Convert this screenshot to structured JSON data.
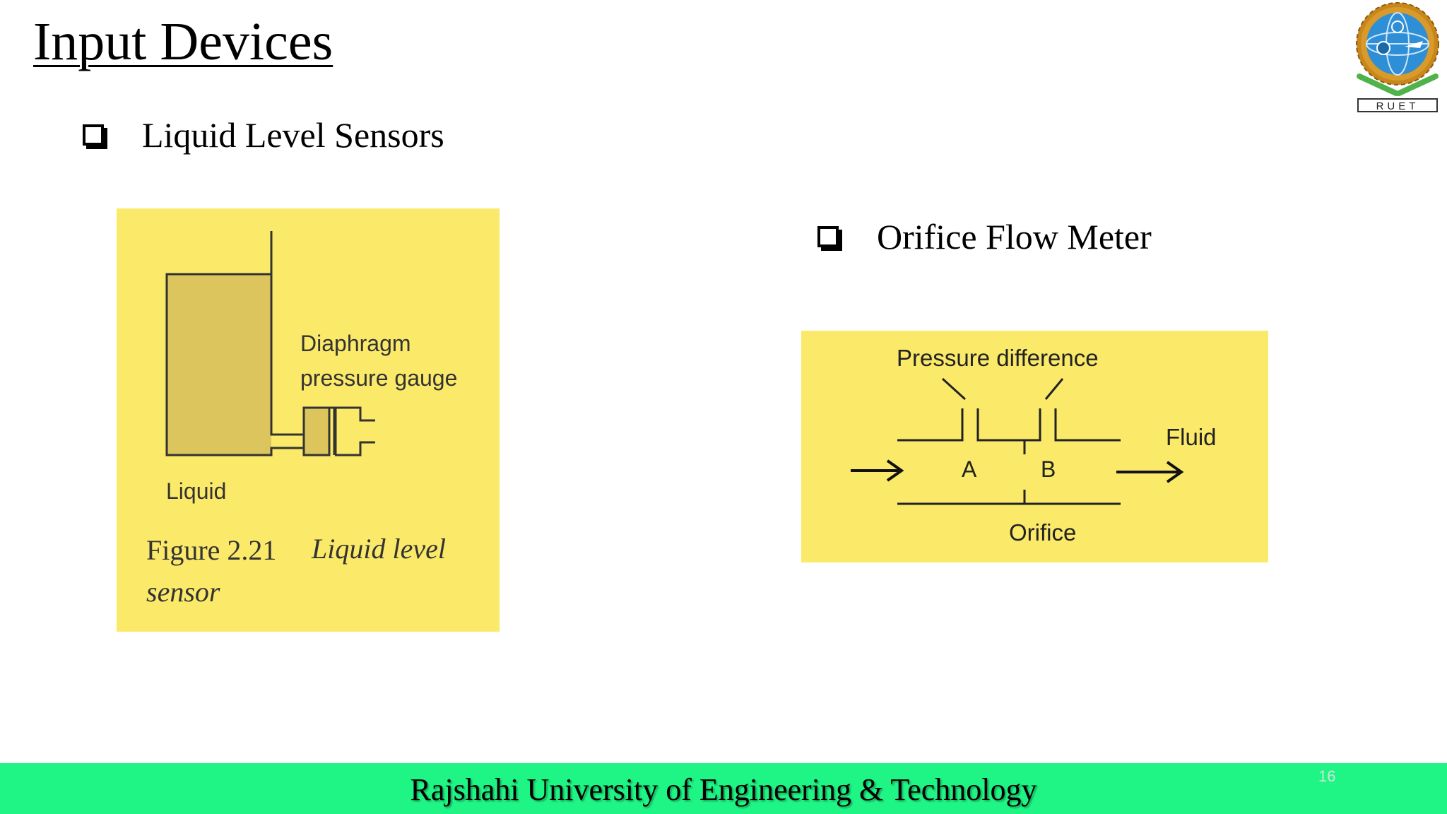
{
  "slide": {
    "title": "Input Devices",
    "page_number": "16"
  },
  "logo": {
    "text": "RUET",
    "colors": {
      "gear": "#c8871c",
      "globe": "#2e8fd6",
      "leaves": "#4fb24a"
    }
  },
  "bullets": [
    {
      "text": "Liquid Level Sensors",
      "icon": "checkbox-bullet-icon"
    },
    {
      "text": "Orifice Flow Meter",
      "icon": "checkbox-bullet-icon"
    }
  ],
  "figure_level": {
    "label_gauge_line1": "Diaphragm",
    "label_gauge_line2": "pressure gauge",
    "label_liquid": "Liquid",
    "caption_number": "Figure 2.21",
    "caption_title": "Liquid level",
    "caption_title_cont": "sensor",
    "colors": {
      "background": "#fbe969",
      "tank_fill": "#dcc55d"
    }
  },
  "figure_orifice": {
    "label_pressure": "Pressure difference",
    "label_fluid": "Fluid",
    "label_a": "A",
    "label_b": "B",
    "label_orifice": "Orifice",
    "colors": {
      "background": "#fbe969"
    }
  },
  "footer": {
    "text": "Rajshahi University of Engineering & Technology",
    "color": "#1ff585"
  }
}
